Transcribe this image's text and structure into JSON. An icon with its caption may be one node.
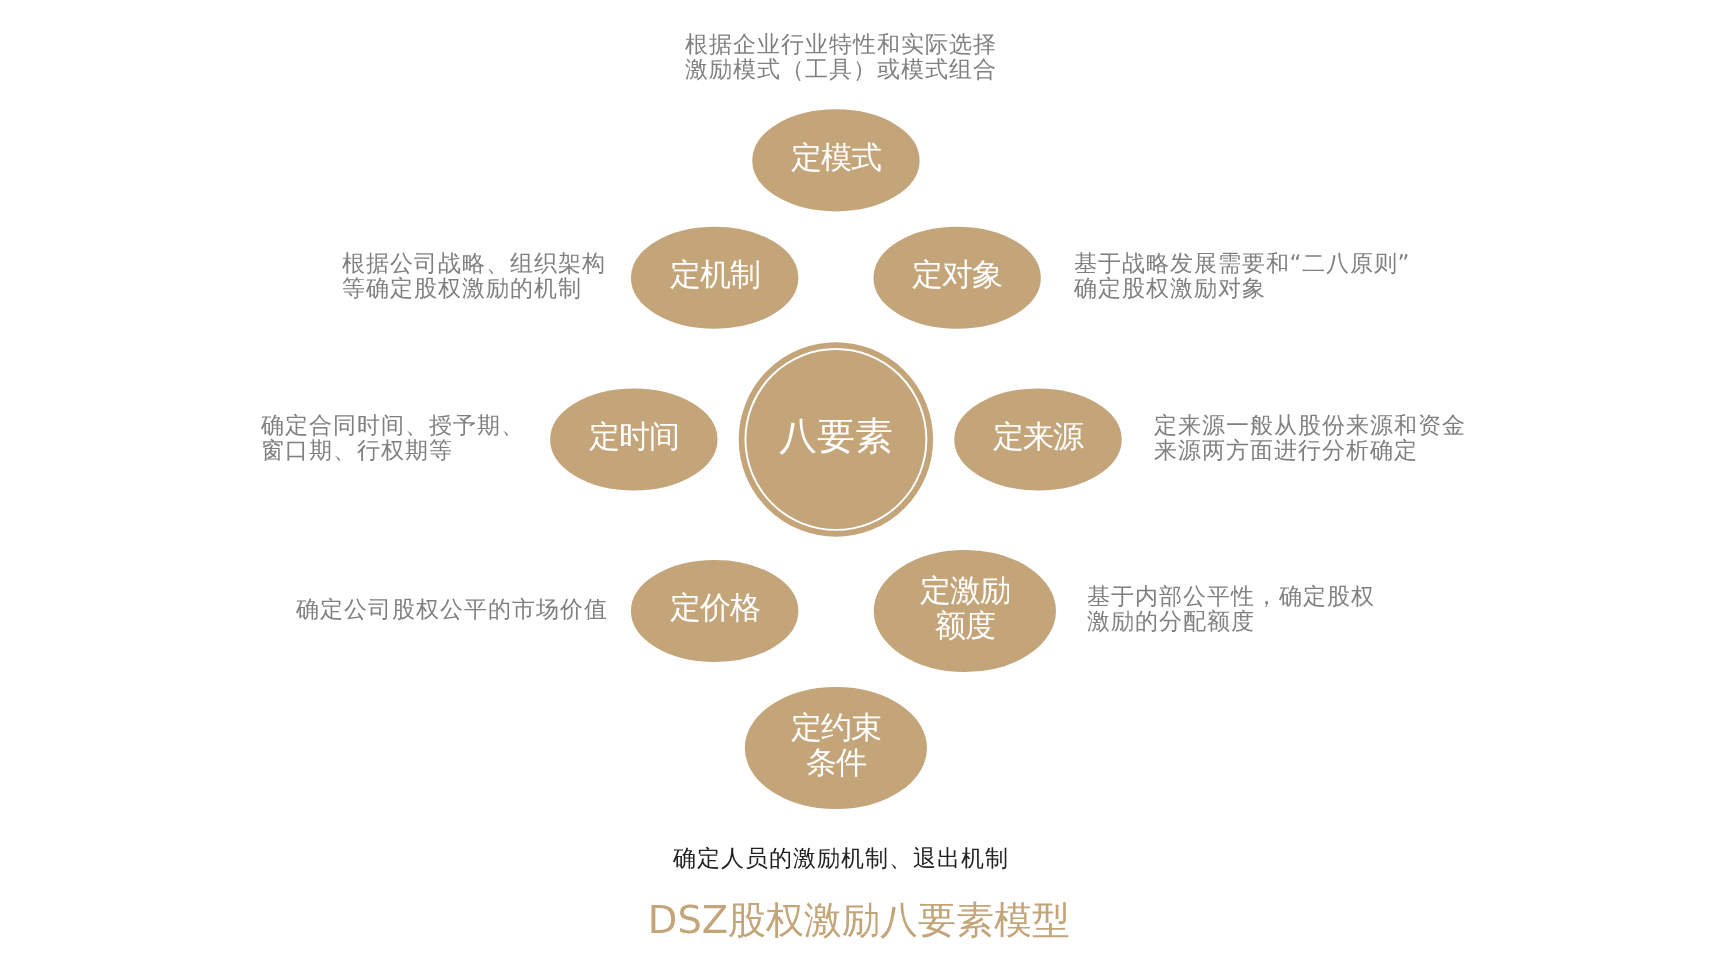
{
  "diagram": {
    "title": "DSZ股权激励八要素模型",
    "nodes": [
      {
        "text": [
          "定模式"
        ],
        "beside": [
          "根据企业行业特性和实际选择激励模式（工具）或模式组合"
        ]
      },
      {
        "text": [
          "定机制"
        ],
        "beside": [
          "根据公司战略、组织架构等确定股权激励的机制"
        ]
      },
      {
        "text": [
          "定对象"
        ],
        "beside": [
          "基于战略发展需要和“二八原则”确定股权激励对象"
        ]
      },
      {
        "text": [
          "定时间"
        ],
        "beside": [
          "确定合同时间、授予期、窗口期、行权期等"
        ]
      },
      {
        "text": [
          "八要素"
        ]
      },
      {
        "text": [
          "定来源"
        ],
        "beside": [
          "定来源一般从股份来源和资金来源两方面进行分析确定"
        ]
      },
      {
        "text": [
          "定价格"
        ],
        "beside": [
          "确定公司股权公平的市场价值"
        ]
      },
      {
        "text": [
          "定激励额度"
        ],
        "beside": [
          "基于内部公平性，确定股权激励的分配额度"
        ]
      },
      {
        "text": [
          "定约束条件"
        ],
        "beside": [
          "确定人员的激励机制、退出机制"
        ]
      }
    ]
  }
}
